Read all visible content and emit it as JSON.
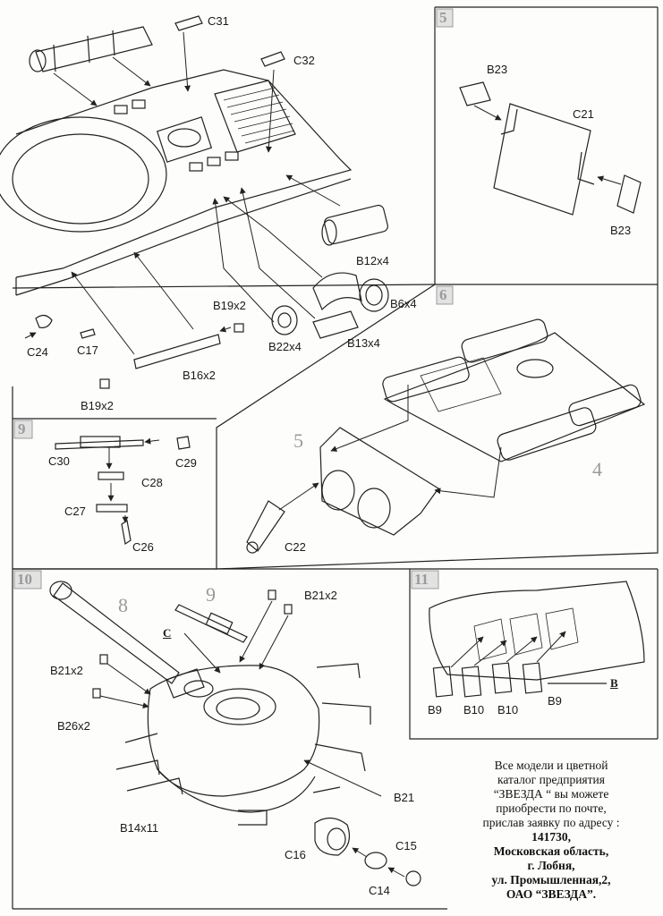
{
  "steps": {
    "s5": "5",
    "s6": "6",
    "s9": "9",
    "s10": "10",
    "s11": "11"
  },
  "ghost_marks": {
    "g5": "5",
    "g4": "4",
    "g8": "8",
    "g9": "9"
  },
  "labels": {
    "c31": "C31",
    "c32": "C32",
    "b12x4": "B12x4",
    "b6x4": "B6x4",
    "b13x4": "B13x4",
    "b22x4": "B22x4",
    "b19x2_top": "B19x2",
    "b16x2": "B16x2",
    "b19x2_bottom": "B19x2",
    "c24": "C24",
    "c17": "C17",
    "b23_top": "B23",
    "c21": "C21",
    "b23_bottom": "B23",
    "c30": "C30",
    "c29": "C29",
    "c28": "C28",
    "c27": "C27",
    "c26": "C26",
    "c22": "C22",
    "b21x2_right": "B21x2",
    "c_marker_10": "C",
    "b21x2_left": "B21x2",
    "b26x2": "B26x2",
    "b14x11": "B14x11",
    "c16": "C16",
    "c15": "C15",
    "c14": "C14",
    "b21": "B21",
    "b9_left": "B9",
    "b10_a": "B10",
    "b10_b": "B10",
    "b9_right": "B9",
    "b_marker_11": "B"
  },
  "catalog_note": {
    "line1": "Все модели и цветной",
    "line2": "каталог предприятия",
    "line3": "“ЗВЕЗДА “ вы можете",
    "line4": "приобрести по почте,",
    "line5": "прислав заявку по адресу :",
    "line6": "141730,",
    "line7": "Московская область,",
    "line8": "г. Лобня,",
    "line9": "ул. Промышленная,2,",
    "line10": "ОАО “ЗВЕЗДА”."
  }
}
